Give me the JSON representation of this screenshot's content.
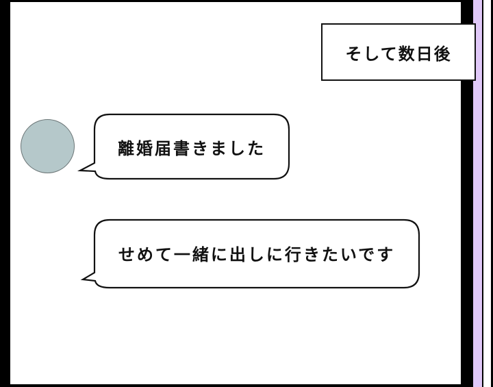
{
  "caption": {
    "text": "そして数日後"
  },
  "avatar": {
    "color": "#b5c8ca"
  },
  "messages": [
    {
      "text": "離婚届書きました"
    },
    {
      "text": "せめて一緒に出しに行きたいです"
    }
  ],
  "colors": {
    "frame": "#000000",
    "accent_stripe": "#e0c8f8",
    "panel": "#ffffff"
  }
}
